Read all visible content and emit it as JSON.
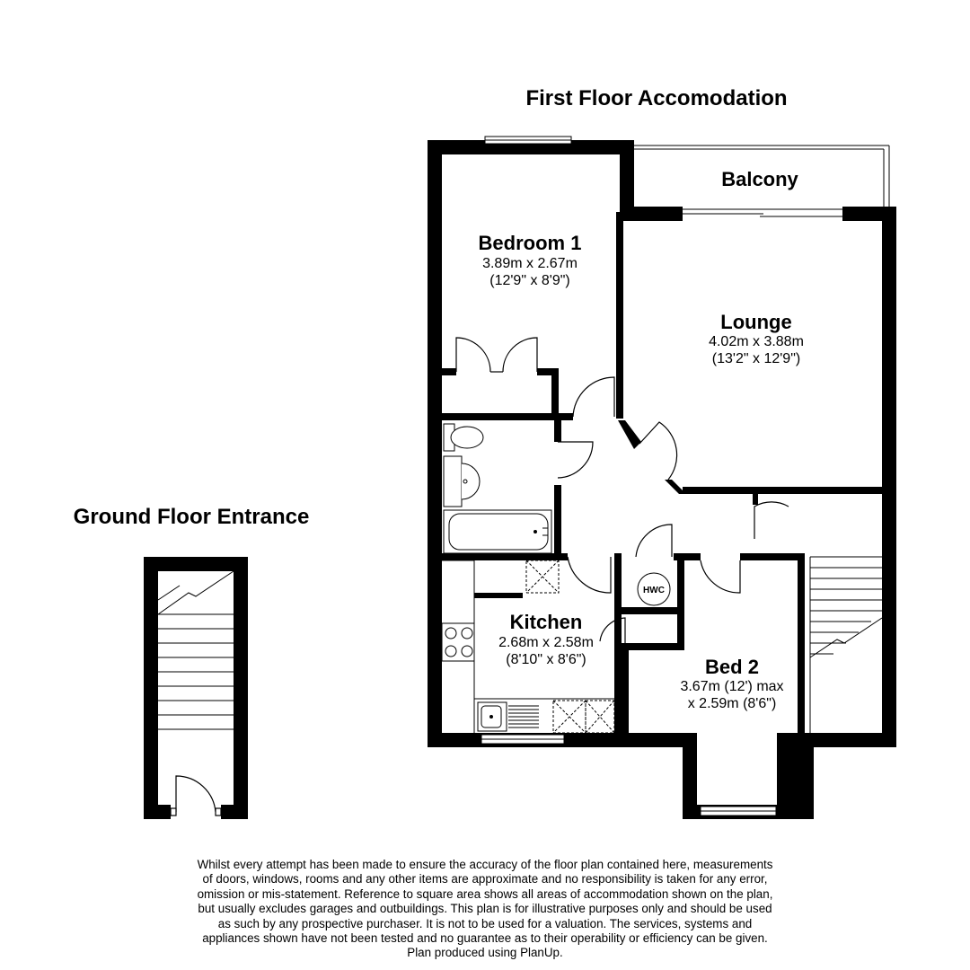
{
  "headings": {
    "first_floor": "First Floor Accomodation",
    "ground_floor": "Ground Floor Entrance"
  },
  "rooms": {
    "bedroom1": {
      "name": "Bedroom 1",
      "metric": "3.89m x 2.67m",
      "imperial": "(12'9\" x 8'9\")"
    },
    "lounge": {
      "name": "Lounge",
      "metric": "4.02m x 3.88m",
      "imperial": "(13'2\" x 12'9\")"
    },
    "kitchen": {
      "name": "Kitchen",
      "metric": "2.68m x 2.58m",
      "imperial": "(8'10\" x 8'6\")"
    },
    "bed2": {
      "name": "Bed 2",
      "line1": "3.67m (12') max",
      "line2": "x 2.59m (8'6\")"
    },
    "balcony": {
      "name": "Balcony"
    },
    "hwc": {
      "name": "HWC"
    }
  },
  "disclaimer": [
    "Whilst every attempt has been made to ensure the accuracy of the floor plan contained here, measurements",
    "of doors, windows, rooms and any other items are approximate and no responsibility is taken for any error,",
    "omission or mis-statement. Reference to square area shows all areas of accommodation shown on the plan,",
    "but usually excludes garages and outbuildings. This plan is for illustrative purposes only and should be used",
    "as such by any prospective purchaser. It is not to be used for a valuation. The services, systems and",
    "appliances shown have not been tested and no guarantee as to their operability or efficiency can be given.",
    "Plan produced using PlanUp."
  ],
  "colors": {
    "wall": "#000000",
    "background": "#ffffff",
    "window_fill": "#ffffff",
    "line": "#000000"
  }
}
